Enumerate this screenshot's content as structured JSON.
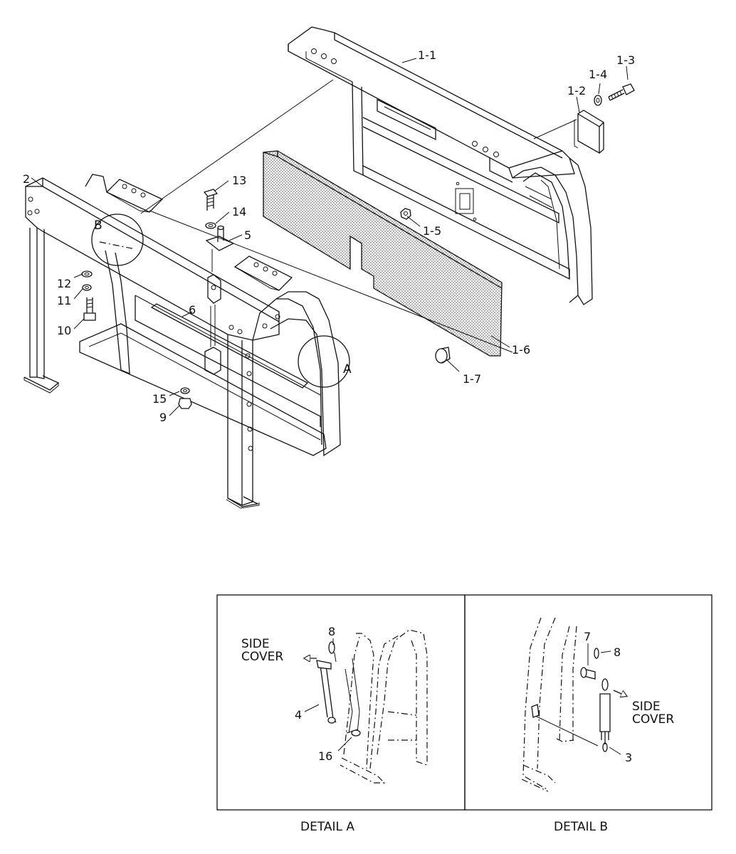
{
  "callouts": {
    "c1_1": "1-1",
    "c1_2": "1-2",
    "c1_3": "1-3",
    "c1_4": "1-4",
    "c1_5": "1-5",
    "c1_6": "1-6",
    "c1_7": "1-7",
    "c2": "2",
    "c5": "5",
    "c6": "6",
    "c9": "9",
    "c10": "10",
    "c11": "11",
    "c12": "12",
    "c13": "13",
    "c14": "14",
    "c15": "15"
  },
  "detail_markers": {
    "a": "A",
    "b": "B"
  },
  "detail_a": {
    "side_cover_line1": "SIDE",
    "side_cover_line2": "COVER",
    "c4": "4",
    "c8": "8",
    "c16": "16",
    "caption": "DETAIL  A"
  },
  "detail_b": {
    "side_cover_line1": "SIDE",
    "side_cover_line2": "COVER",
    "c3": "3",
    "c7": "7",
    "c8": "8",
    "caption": "DETAIL  B"
  }
}
